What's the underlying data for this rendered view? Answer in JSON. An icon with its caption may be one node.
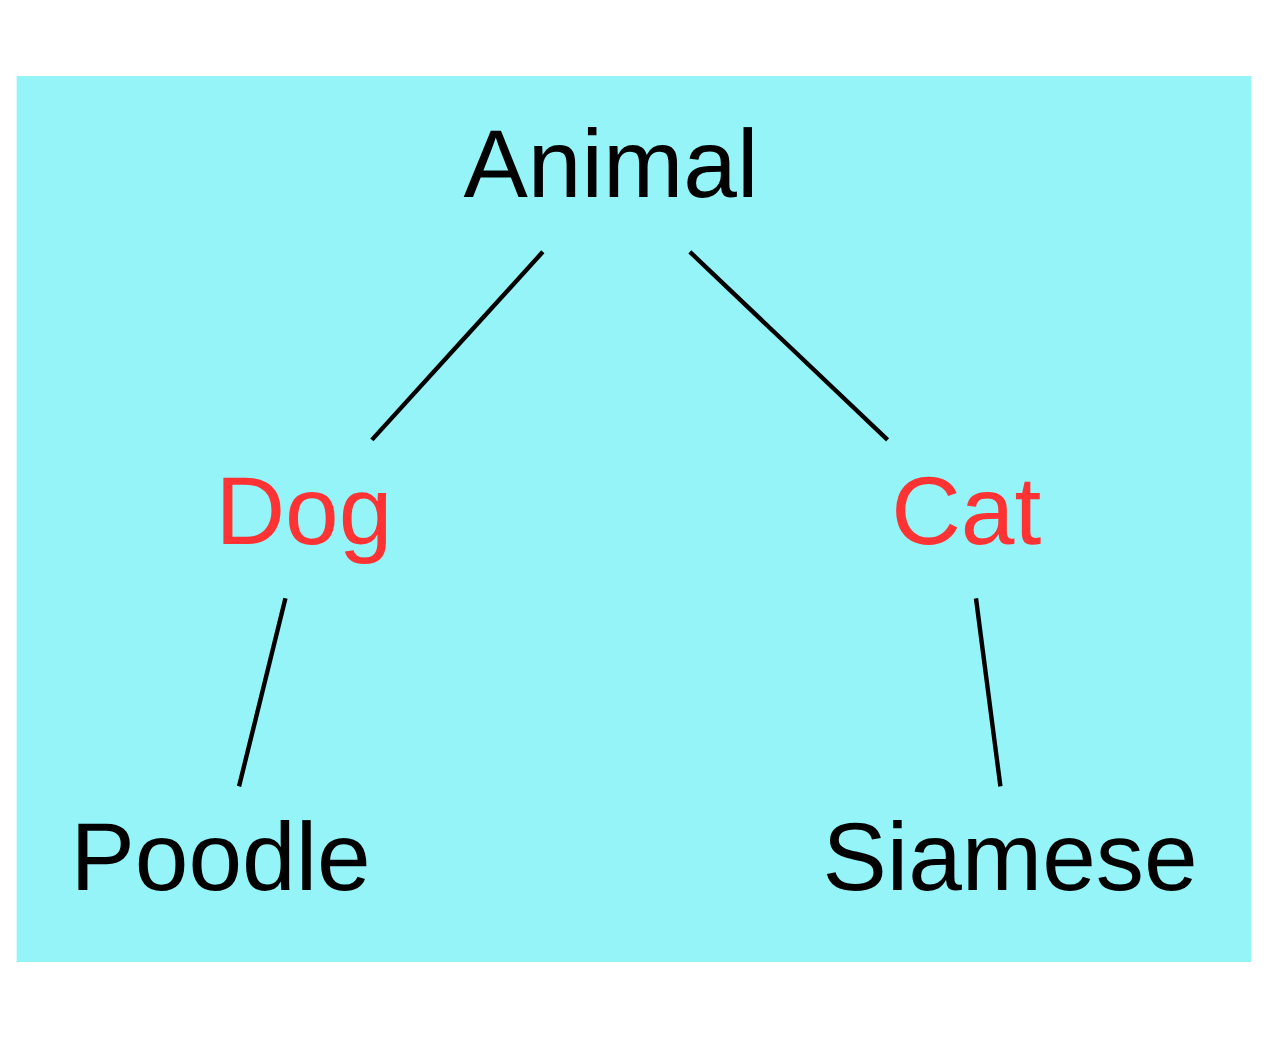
{
  "diagram": {
    "nodes": [
      {
        "text": [
          "Animal"
        ]
      },
      {
        "text": [
          "Dog"
        ]
      },
      {
        "text": [
          "Cat"
        ]
      },
      {
        "text": [
          "Poodle"
        ]
      },
      {
        "text": [
          "Siamese"
        ]
      }
    ],
    "edges": [
      {
        "from": 0,
        "to": 1,
        "arrow": "none"
      },
      {
        "from": 0,
        "to": 2,
        "arrow": "none"
      },
      {
        "from": 1,
        "to": 3,
        "arrow": "none"
      },
      {
        "from": 2,
        "to": 4,
        "arrow": "none"
      }
    ]
  }
}
